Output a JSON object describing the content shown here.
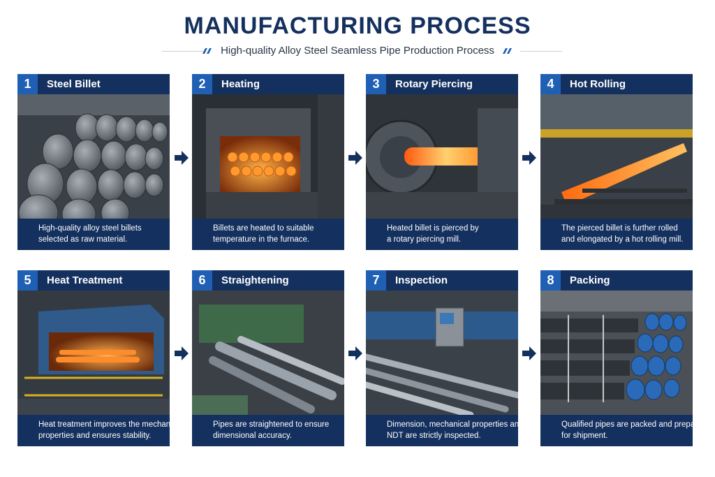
{
  "header": {
    "title": "MANUFACTURING PROCESS",
    "subtitle": "High-quality Alloy Steel Seamless Pipe Production Process"
  },
  "colors": {
    "navy": "#14305e",
    "accent_blue": "#1f5fb4",
    "hot_steel": "#ff8a1e"
  },
  "steps": [
    {
      "number": "1",
      "title": "Steel Billet",
      "photo": "steel-billet-stack-photo",
      "desc_line1": "High-quality alloy steel billets",
      "desc_line2": "selected as raw material."
    },
    {
      "number": "2",
      "title": "Heating",
      "photo": "furnace-heating-photo",
      "desc_line1": "Billets are heated to suitable",
      "desc_line2": "temperature in the furnace."
    },
    {
      "number": "3",
      "title": "Rotary Piercing",
      "photo": "rotary-piercing-mill-photo",
      "desc_line1": "Heated billet is pierced by",
      "desc_line2": "a rotary piercing mill."
    },
    {
      "number": "4",
      "title": "Hot Rolling",
      "photo": "hot-rolling-mill-photo",
      "desc_line1": "The pierced billet is further rolled",
      "desc_line2": "and elongated by a hot rolling mill."
    },
    {
      "number": "5",
      "title": "Heat Treatment",
      "photo": "heat-treatment-furnace-photo",
      "desc_line1": "Heat treatment improves the mechanical",
      "desc_line2": "properties and ensures stability."
    },
    {
      "number": "6",
      "title": "Straightening",
      "photo": "straightening-machine-photo",
      "desc_line1": "Pipes are straightened to ensure",
      "desc_line2": "dimensional accuracy."
    },
    {
      "number": "7",
      "title": "Inspection",
      "photo": "inspection-station-photo",
      "desc_line1": "Dimension, mechanical properties and",
      "desc_line2": "NDT are strictly inspected."
    },
    {
      "number": "8",
      "title": "Packing",
      "photo": "packed-pipes-photo",
      "desc_line1": "Qualified pipes are packed and prepared",
      "desc_line2": "for shipment."
    }
  ]
}
